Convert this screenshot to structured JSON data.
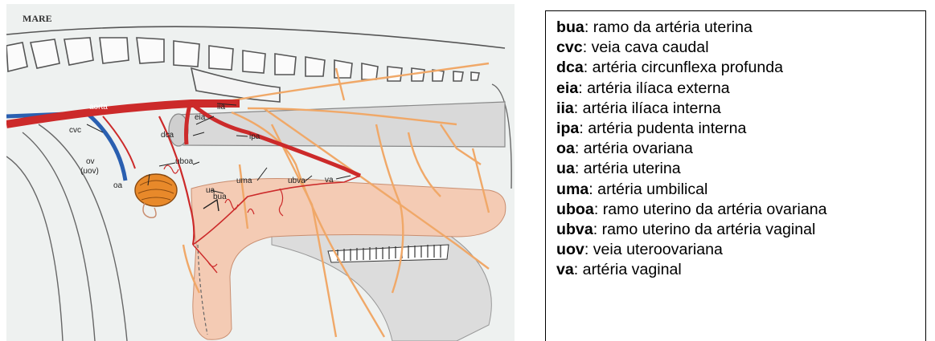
{
  "figure": {
    "title": "MARE",
    "labels": {
      "aorta": "aorta",
      "cvc": "cvc",
      "ov": "ov",
      "uov": "(uov)",
      "oa": "oa",
      "uboa": "uboa",
      "dca": "dca",
      "eia": "eia",
      "iia": "iia",
      "ipa": "ipa",
      "ua": "ua",
      "uma": "uma",
      "ubva": "ubva",
      "va": "va",
      "bua": "bua"
    },
    "colors": {
      "artery": "#cc2a2a",
      "vein": "#2a5fb0",
      "nerve": "#f0a868",
      "organ": "#f4cbb4",
      "ovary": "#e8892a",
      "bone": "#ffffff",
      "background": "#eef1f0"
    }
  },
  "legend": [
    {
      "abbr": "bua",
      "text": ": ramo da artéria uterina"
    },
    {
      "abbr": "cvc",
      "text": ": veia cava caudal"
    },
    {
      "abbr": "dca",
      "text": ": artéria circunflexa profunda"
    },
    {
      "abbr": "eia",
      "text": ": artéria ilíaca externa"
    },
    {
      "abbr": "iia",
      "text": ": artéria ilíaca interna"
    },
    {
      "abbr": "ipa",
      "text": ": artéria pudenta interna"
    },
    {
      "abbr": "oa",
      "text": ": artéria ovariana"
    },
    {
      "abbr": "ua",
      "text": ": artéria uterina"
    },
    {
      "abbr": "uma",
      "text": ": artéria umbilical"
    },
    {
      "abbr": "uboa",
      "text": ": ramo uterino da artéria ovariana"
    },
    {
      "abbr": "ubva",
      "text": ": ramo uterino da artéria vaginal"
    },
    {
      "abbr": "uov",
      "text": ": veia uteroovariana"
    },
    {
      "abbr": "va",
      "text": ": artéria vaginal"
    }
  ]
}
